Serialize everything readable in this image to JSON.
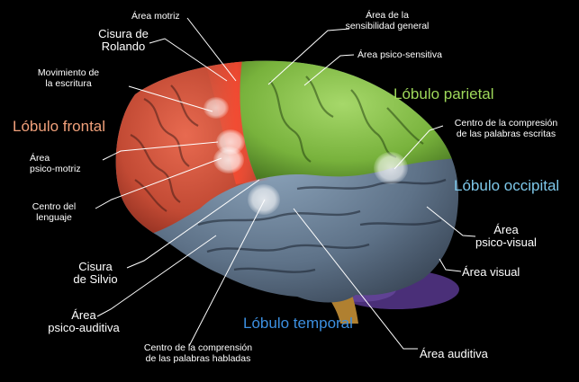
{
  "lobes": {
    "frontal": {
      "label": "Lóbulo frontal",
      "color": "#f0a07a"
    },
    "parietal": {
      "label": "Lóbulo parietal",
      "color": "#9ed85a"
    },
    "occipital": {
      "label": "Lóbulo occipital",
      "color": "#7ec8ea"
    },
    "temporal": {
      "label": "Lóbulo temporal",
      "color": "#3c8fe0"
    }
  },
  "labels": {
    "area_motriz": "Área motriz",
    "cisura_rolando": [
      "Cisura de",
      "Rolando"
    ],
    "movimiento_escritura": [
      "Movimiento de",
      "la escritura"
    ],
    "area_psico_motriz": [
      "Área",
      "psico-motriz"
    ],
    "centro_lenguaje": [
      "Centro del",
      "lenguaje"
    ],
    "cisura_silvio": [
      "Cisura",
      "de Silvio"
    ],
    "area_psico_auditiva": [
      "Área",
      "psico-auditiva"
    ],
    "centro_palabras_habladas": [
      "Centro de la comprensión",
      "de las palabras habladas"
    ],
    "area_auditiva": "Área auditiva",
    "area_sensibilidad": [
      "Área de la",
      "sensibilidad general"
    ],
    "area_psico_sensitiva": "Área psico-sensitiva",
    "centro_palabras_escritas": [
      "Centro de la compresión",
      "de las palabras escritas"
    ],
    "area_psico_visual": [
      "Área",
      "psico-visual"
    ],
    "area_visual": "Área visual"
  },
  "colors": {
    "background": "#000000",
    "frontal_region": "#d4563c",
    "motor_strip": "#e23a2a",
    "parietal_region": "#7fb83e",
    "temporal_occipital_region": "#5c6f85",
    "cerebellum": "#6a4aa0",
    "brainstem": "#d9a040",
    "highlight_spot": "#ffffff"
  }
}
